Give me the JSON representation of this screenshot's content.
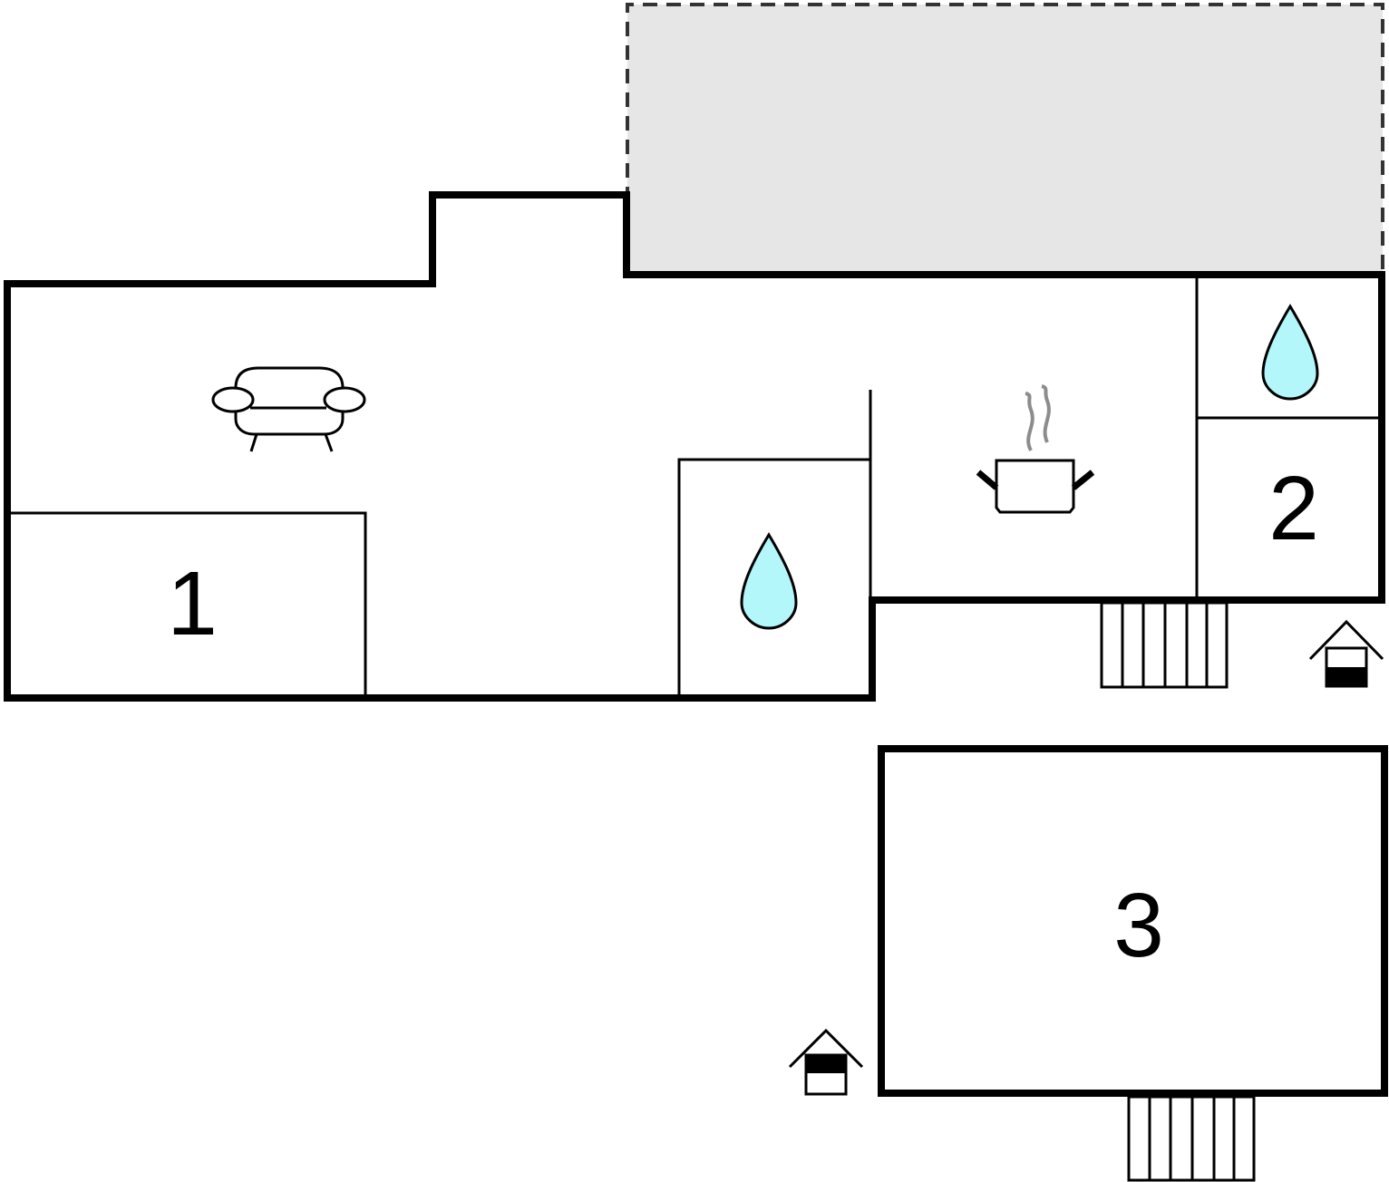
{
  "floorplan": {
    "rooms": [
      {
        "label": "1",
        "type": "bedroom"
      },
      {
        "label": "2",
        "type": "bedroom"
      },
      {
        "label": "3",
        "type": "bedroom"
      }
    ],
    "icons": [
      "sofa-icon",
      "cooking-pot-icon",
      "water-drop-icon",
      "water-drop-icon",
      "house-entrance-icon",
      "house-entrance-icon",
      "stairs"
    ],
    "colors": {
      "wall": "#000000",
      "terrace": "#e6e6e6",
      "water": "#b3f7fa",
      "steam": "#8c8c8c"
    }
  }
}
